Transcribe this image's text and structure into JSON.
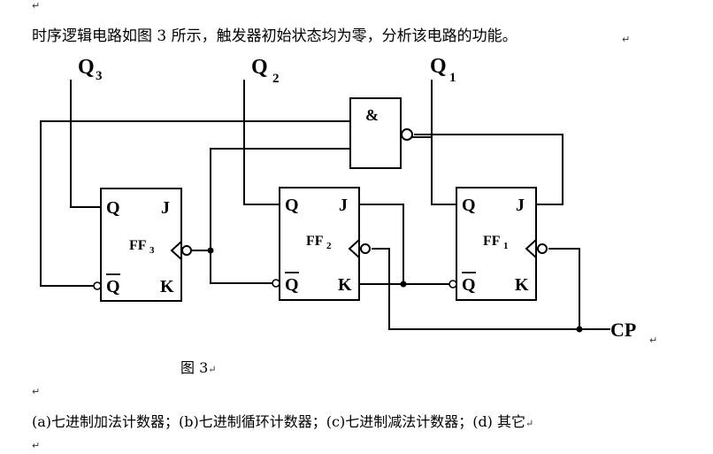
{
  "question": {
    "text": "时序逻辑电路如图 3 所示，触发器初始状态均为零，分析该电路的功能。",
    "para_mark": "↵"
  },
  "figure": {
    "caption": "图 3",
    "outputs": {
      "q3": {
        "letter": "Q",
        "sub": "3"
      },
      "q2": {
        "letter": "Q",
        "sub": "2"
      },
      "q1": {
        "letter": "Q",
        "sub": "1"
      }
    },
    "gate_symbol": "&",
    "clock_label": "CP",
    "flipflops": [
      {
        "name": "FF",
        "sub": "3",
        "pin_q": "Q",
        "pin_qbar": "Q",
        "pin_j": "J",
        "pin_k": "K"
      },
      {
        "name": "FF",
        "sub": "2",
        "pin_q": "Q",
        "pin_qbar": "Q",
        "pin_j": "J",
        "pin_k": "K"
      },
      {
        "name": "FF",
        "sub": "1",
        "pin_q": "Q",
        "pin_qbar": "Q",
        "pin_j": "J",
        "pin_k": "K"
      }
    ]
  },
  "options": {
    "text": "(a)七进制加法计数器；(b)七进制循环计数器；(c)七进制减法计数器；(d)  其它"
  }
}
